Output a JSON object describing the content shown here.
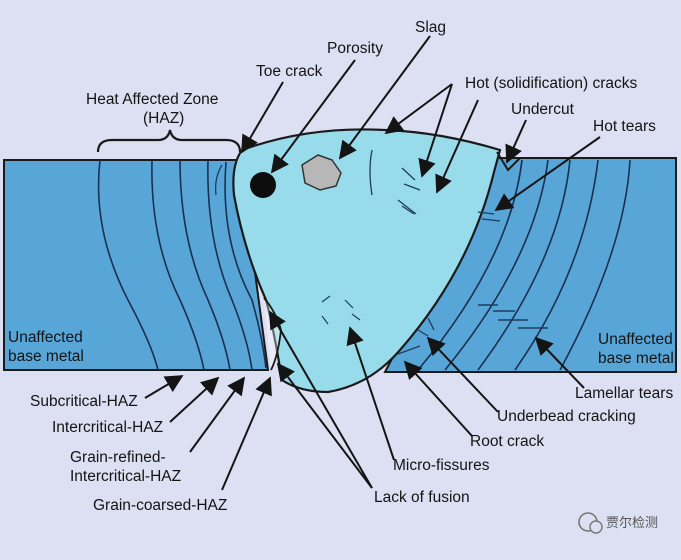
{
  "labels": {
    "slag": "Slag",
    "porosity": "Porosity",
    "toe_crack": "Toe crack",
    "haz_line1": "Heat Affected Zone",
    "haz_line2": "(HAZ)",
    "hot_cracks": "Hot (solidification) cracks",
    "undercut": "Undercut",
    "hot_tears": "Hot tears",
    "unaffected_left_1": "Unaffected",
    "unaffected_left_2": "base metal",
    "unaffected_right_1": "Unaffected",
    "unaffected_right_2": "base metal",
    "lamellar_tears": "Lamellar tears",
    "underbead_cracking": "Underbead cracking",
    "root_crack": "Root crack",
    "micro_fissures": "Micro-fissures",
    "lack_of_fusion": "Lack of fusion",
    "subcritical_haz": "Subcritical-HAZ",
    "intercritical_haz": "Intercritical-HAZ",
    "grain_refined_1": "Grain-refined-",
    "grain_refined_2": "Intercritical-HAZ",
    "grain_coarsed": "Grain-coarsed-HAZ"
  },
  "watermark": "贾尔检测",
  "colors": {
    "background": "#dde0f2",
    "base_metal": "#58a6d8",
    "weld_metal": "#98dcec",
    "outline": "#1a1a1a",
    "flaw_lines": "#1e3c5c"
  }
}
